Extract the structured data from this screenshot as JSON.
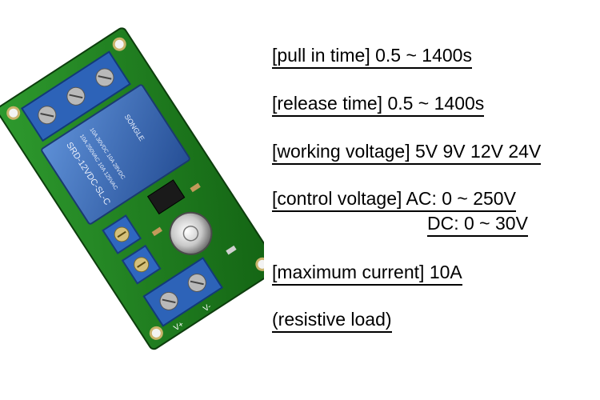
{
  "specs": {
    "pull_in_time": "[pull in time] 0.5 ~ 1400s",
    "release_time": "[release time] 0.5 ~ 1400s",
    "working_voltage": "[working voltage] 5V 9V 12V 24V",
    "control_voltage_ac": "[control voltage] AC: 0 ~ 250V",
    "control_voltage_dc": "DC: 0 ~ 30V",
    "maximum_current": "[maximum current] 10A",
    "load_note": "(resistive load)"
  },
  "board": {
    "relay_brand": "SONGLE",
    "relay_model": "SRD-12VDC-SL-C",
    "relay_rating_1": "10A 250VAC 10A 125VAC",
    "relay_rating_2": "10A 30VDC 10A 28VDC",
    "terminal_label_plus": "V+",
    "terminal_label_minus": "V-",
    "pcb_color": "#1e7a1e",
    "relay_color": "#2f5fae"
  }
}
